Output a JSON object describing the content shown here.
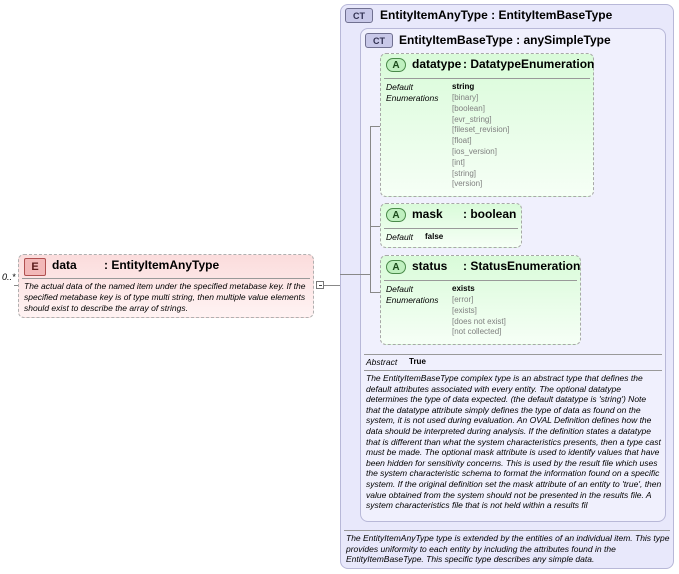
{
  "element": {
    "badge": "E",
    "name": "data",
    "type": ": EntityItemAnyType",
    "cardinality": "0..*",
    "documentation": "The actual data of the named item under the specified metabase key. If the specified metabase key is of type multi string, then multiple value elements should exist to describe the array of strings."
  },
  "outer_type": {
    "badge": "CT",
    "title": "EntityItemAnyType : EntityItemBaseType",
    "documentation": "The EntityItemAnyType type is extended by the entities of an individual item. This type provides uniformity to each entity by including the attributes found in the EntityItemBaseType. This specific type describes any simple data."
  },
  "inner_type": {
    "badge": "CT",
    "title": "EntityItemBaseType : anySimpleType",
    "abstract_label": "Abstract",
    "abstract_value": "True",
    "documentation": "The EntityItemBaseType complex type is an abstract type that defines the default attributes associated with every entity.  The optional datatype determines the type of data expected. (the default datatype is 'string') Note that the datatype attribute simply defines the type of data as found on the system, it is not used during evaluation.  An OVAL Definition defines how the data should be interpreted during analysis.  If the definition states a datatype that is different than what the system characteristics presents, then a type cast must be made.  The optional mask attribute is used to identify values that have been hidden for sensitivity concerns.  This is used by the result file which uses the system characteristic schema to format the information found on a specific system.  If the original definition set the mask attribute of an entity to 'true', then value obtained from the system should not be presented in the results file.  A system characteristics file that is not held within a results fil"
  },
  "attributes": [
    {
      "badge": "A",
      "name": "datatype",
      "type": ": DatatypeEnumeration",
      "default_label": "Default",
      "default_value": "string",
      "enum_label": "Enumerations",
      "enumerations": [
        "[binary]",
        "[boolean]",
        "[evr_string]",
        "[fileset_revision]",
        "[float]",
        "[ios_version]",
        "[int]",
        "[string]",
        "[version]"
      ]
    },
    {
      "badge": "A",
      "name": "mask",
      "type": ": boolean",
      "default_label": "Default",
      "default_value": "false"
    },
    {
      "badge": "A",
      "name": "status",
      "type": ": StatusEnumeration",
      "default_label": "Default",
      "default_value": "exists",
      "enum_label": "Enumerations",
      "enumerations": [
        "[error]",
        "[exists]",
        "[does not exist]",
        "[not collected]"
      ]
    }
  ]
}
